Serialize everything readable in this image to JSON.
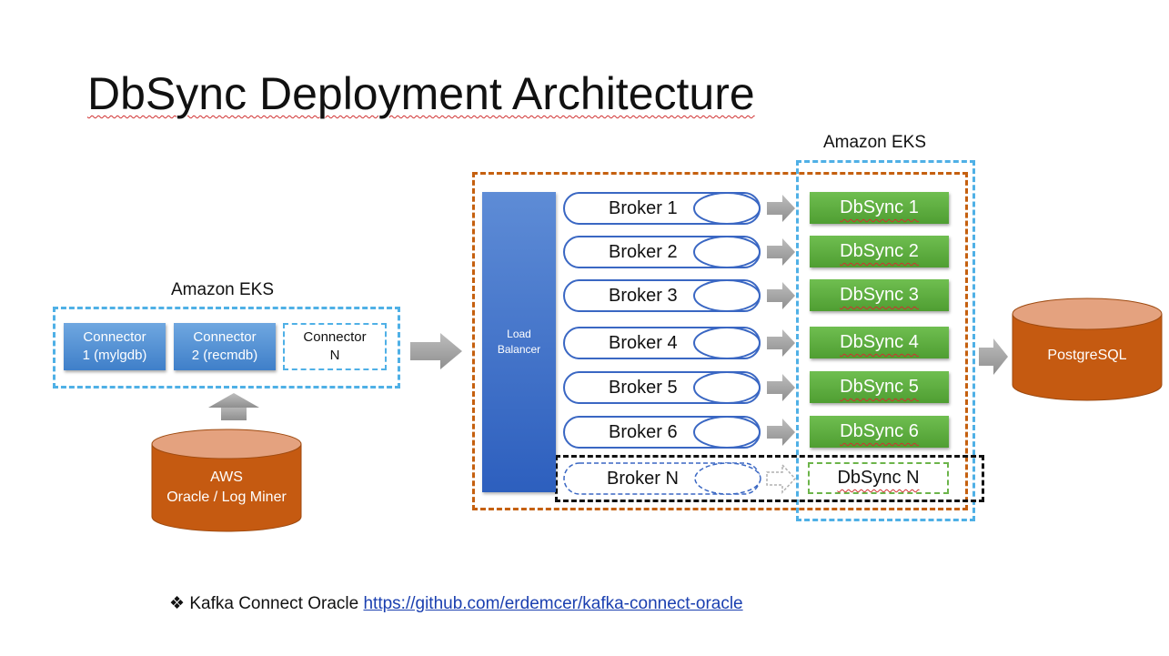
{
  "title": "DbSync Deployment Architecture",
  "left_cluster": {
    "label": "Amazon EKS",
    "connectors": [
      {
        "line1": "Connector",
        "line2": "1 (mylgdb)"
      },
      {
        "line1": "Connector",
        "line2": "2 (recmdb)"
      }
    ],
    "connector_n": {
      "line1": "Connector",
      "line2": "N"
    }
  },
  "source_db": {
    "line1": "AWS",
    "line2": "Oracle / Log Miner"
  },
  "load_balancer": {
    "line1": "Load",
    "line2": "Balancer"
  },
  "brokers": [
    "Broker 1",
    "Broker 2",
    "Broker 3",
    "Broker 4",
    "Broker 5",
    "Broker 6"
  ],
  "broker_n": "Broker N",
  "right_cluster": {
    "label": "Amazon EKS",
    "dbsyncs": [
      "DbSync 1",
      "DbSync 2",
      "DbSync 3",
      "DbSync 4",
      "DbSync 5",
      "DbSync 6"
    ],
    "dbsync_n": "DbSync N"
  },
  "target_db": "PostgreSQL",
  "footnote": {
    "bullet": "❖",
    "text": "Kafka Connect Oracle",
    "link": "https://github.com/erdemcer/kafka-connect-oracle"
  },
  "colors": {
    "eks_dash": "#4fb0e6",
    "kafka_dash": "#c5600f",
    "connector_blue": "#5b95d8",
    "dbsync_green": "#5cad3c",
    "database_orange": "#c55a11",
    "load_balancer_blue": "#3f6fc9",
    "arrow_gray": "#a6a6a6"
  }
}
